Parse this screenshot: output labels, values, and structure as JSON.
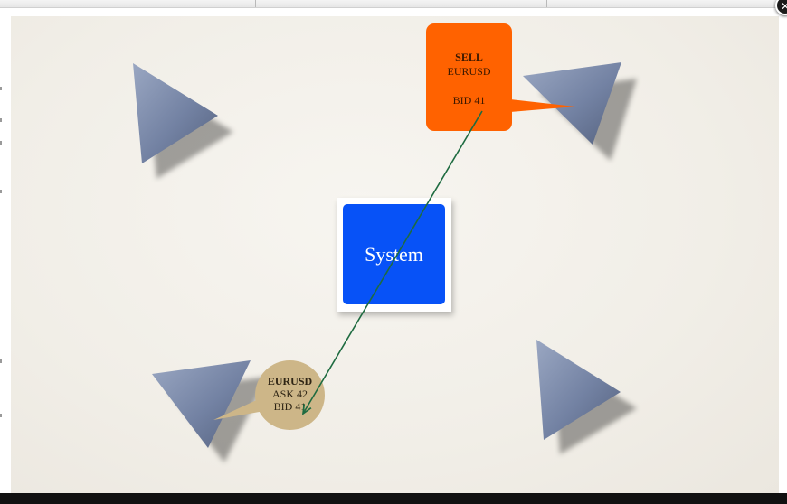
{
  "sell_card": {
    "action": "SELL",
    "pair": "EURUSD",
    "bid": "BID 41"
  },
  "system": {
    "label": "System"
  },
  "quote_bubble": {
    "pair": "EURUSD",
    "ask": "ASK 42",
    "bid": "BID 41"
  },
  "window": {
    "close_symbol": "✕"
  },
  "colors": {
    "sell_card": "#ff6200",
    "system_box": "#0752f7",
    "quote_bubble": "#cdb688",
    "arrow": "#1e6b40",
    "triangle": "#7a88a8",
    "slide_background": "#f1eee7"
  },
  "icons": {
    "triangles": [
      "triangle-icon",
      "triangle-icon",
      "triangle-icon",
      "triangle-icon"
    ],
    "close": "close-icon"
  }
}
